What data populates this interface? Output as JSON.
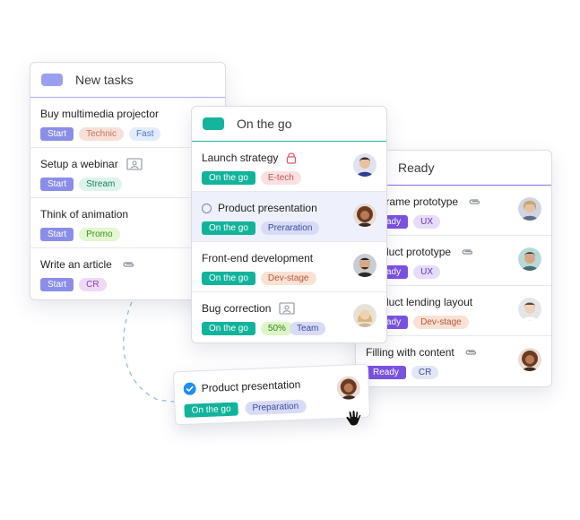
{
  "colors": {
    "new_tasks": "#9aa0f1",
    "on_the_go": "#14b59c",
    "ready": "#7b52e0",
    "header_divider_new": "#a9adee",
    "header_divider_go": "#18b8a0",
    "header_divider_ready": "#8f6ae6"
  },
  "new_tasks": {
    "title": "New tasks",
    "tasks": [
      {
        "title": "Buy multimedia projector",
        "status": "Start",
        "tags": [
          "Technic",
          "Fast"
        ]
      },
      {
        "title": "Setup a webinar",
        "icon": "presentation-icon",
        "status": "Start",
        "tags": [
          "Stream"
        ]
      },
      {
        "title": "Think of animation",
        "status": "Start",
        "tags": [
          "Promo"
        ]
      },
      {
        "title": "Write an article",
        "icon": "paperclip-icon",
        "status": "Start",
        "tags": [
          "CR"
        ]
      }
    ]
  },
  "on_the_go": {
    "title": "On the go",
    "tasks": [
      {
        "title": "Launch strategy",
        "icon": "lock-icon",
        "status": "On the go",
        "tags": [
          "E-tech"
        ]
      },
      {
        "title": "Product presentation",
        "icon": "radio-circle-icon",
        "status": "On the go",
        "tags": [
          "Preraration"
        ]
      },
      {
        "title": "Front-end development",
        "status": "On the go",
        "tags": [
          "Dev-stage"
        ]
      },
      {
        "title": "Bug correction",
        "icon": "presentation-icon",
        "status": "On the go",
        "tags": [
          "50%",
          "Team"
        ]
      }
    ]
  },
  "ready": {
    "title": "Ready",
    "tasks": [
      {
        "title": "frame prototype",
        "icon": "paperclip-icon",
        "status": "ady",
        "tags": [
          "UX"
        ]
      },
      {
        "title": "duct prototype",
        "icon": "paperclip-icon",
        "status": "ady",
        "tags": [
          "UX"
        ]
      },
      {
        "title": "duct lending layout",
        "status": "ady",
        "tags": [
          "Dev-stage"
        ]
      },
      {
        "title": "Filling with content",
        "icon": "paperclip-icon",
        "status": "Ready",
        "tags": [
          "CR"
        ]
      }
    ]
  },
  "dragged_card": {
    "title": "Product presentation",
    "status": "On the go",
    "tag": "Preparation"
  }
}
